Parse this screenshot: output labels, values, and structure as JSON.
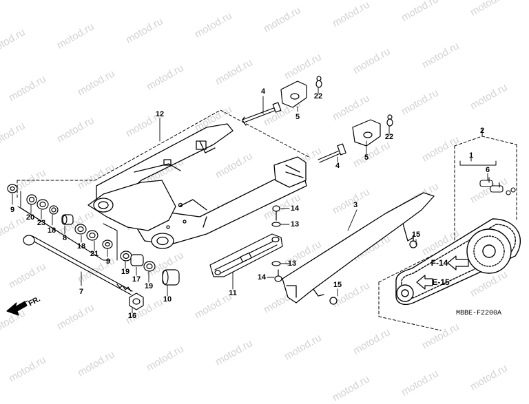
{
  "watermark_text": "motod.ru",
  "diagram_code": "MBBE-F2200A",
  "direction_label": "FR.",
  "callouts": [
    {
      "id": "c1",
      "text": "1"
    },
    {
      "id": "c2",
      "text": "2"
    },
    {
      "id": "c3",
      "text": "3"
    },
    {
      "id": "c4a",
      "text": "4"
    },
    {
      "id": "c4b",
      "text": "4"
    },
    {
      "id": "c5a",
      "text": "5"
    },
    {
      "id": "c5b",
      "text": "5"
    },
    {
      "id": "c6",
      "text": "6"
    },
    {
      "id": "c7",
      "text": "7"
    },
    {
      "id": "c8",
      "text": "8"
    },
    {
      "id": "c9a",
      "text": "9"
    },
    {
      "id": "c9b",
      "text": "9"
    },
    {
      "id": "c10",
      "text": "10"
    },
    {
      "id": "c11",
      "text": "11"
    },
    {
      "id": "c12",
      "text": "12"
    },
    {
      "id": "c13a",
      "text": "13"
    },
    {
      "id": "c13b",
      "text": "13"
    },
    {
      "id": "c14a",
      "text": "14"
    },
    {
      "id": "c14b",
      "text": "14"
    },
    {
      "id": "c15a",
      "text": "15"
    },
    {
      "id": "c15b",
      "text": "15"
    },
    {
      "id": "c16",
      "text": "16"
    },
    {
      "id": "c17",
      "text": "17"
    },
    {
      "id": "c18a",
      "text": "18"
    },
    {
      "id": "c18b",
      "text": "18"
    },
    {
      "id": "c19a",
      "text": "19"
    },
    {
      "id": "c19b",
      "text": "19"
    },
    {
      "id": "c20",
      "text": "20"
    },
    {
      "id": "c21",
      "text": "21"
    },
    {
      "id": "c22a",
      "text": "22"
    },
    {
      "id": "c22b",
      "text": "22"
    },
    {
      "id": "c23",
      "text": "23"
    }
  ],
  "references": [
    {
      "id": "r1",
      "text": "F-14"
    },
    {
      "id": "r2",
      "text": "E-15"
    }
  ]
}
